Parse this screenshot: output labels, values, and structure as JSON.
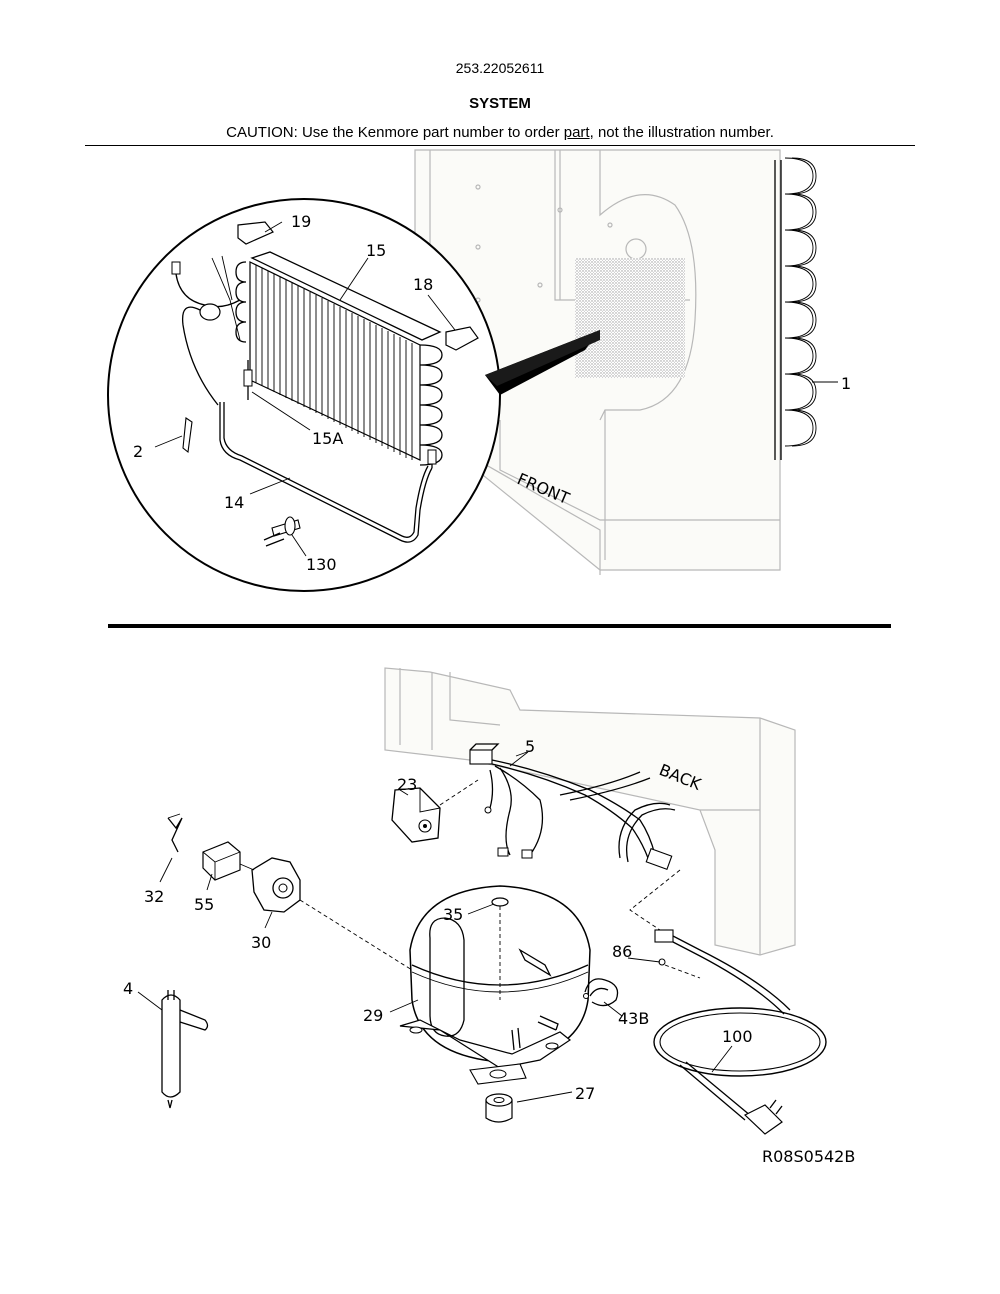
{
  "header": {
    "model_number": "253.22052611",
    "section_title": "SYSTEM",
    "caution_prefix": "CAUTION: Use the Kenmore part number to order ",
    "caution_underlined": "part",
    "caution_suffix": ", not the illustration number."
  },
  "upper_diagram": {
    "cabinet_label": "FRONT",
    "callouts": {
      "p19": "19",
      "p15": "15",
      "p18": "18",
      "p15a": "15A",
      "p2": "2",
      "p14": "14",
      "p130": "130",
      "p1": "1"
    }
  },
  "lower_diagram": {
    "cabinet_label": "BACK",
    "callouts": {
      "p5": "5",
      "p23": "23",
      "p32": "32",
      "p55": "55",
      "p30": "30",
      "p35": "35",
      "p86": "86",
      "p4": "4",
      "p29": "29",
      "p43b": "43B",
      "p100": "100",
      "p27": "27"
    },
    "drawing_code": "R08S0542B"
  }
}
